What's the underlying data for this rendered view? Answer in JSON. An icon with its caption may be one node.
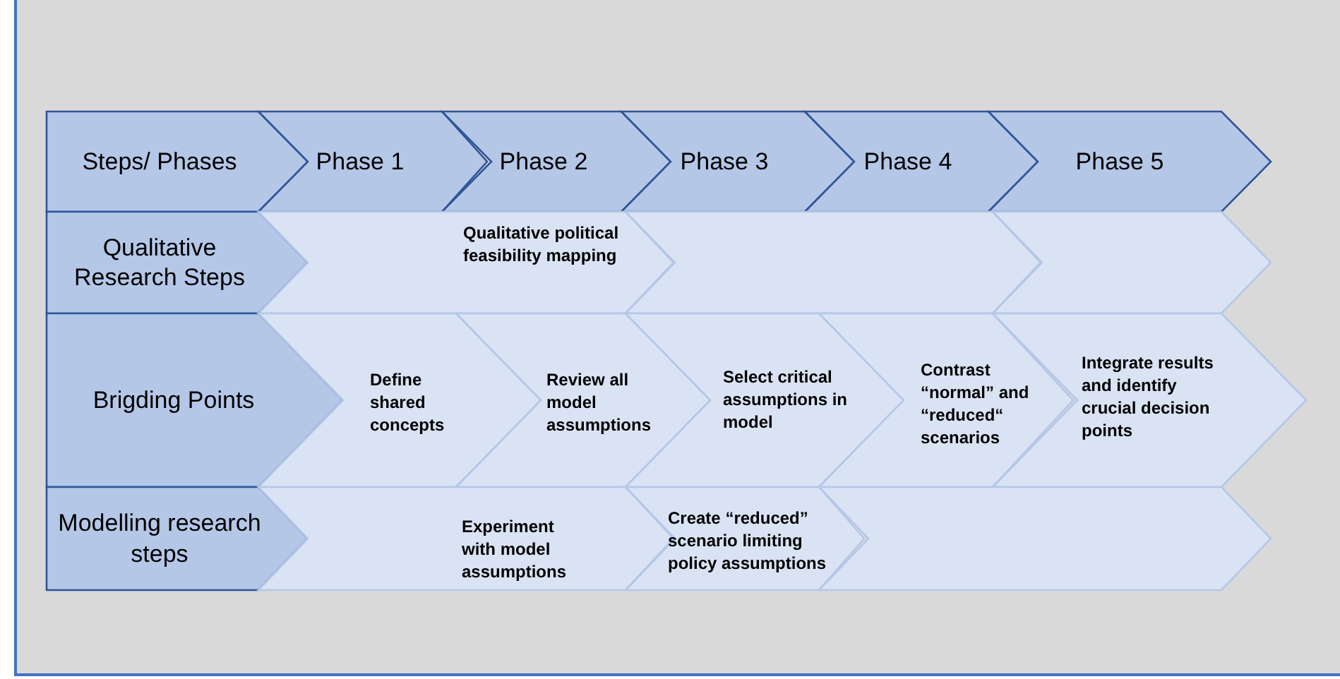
{
  "diagram": {
    "nodes": [
      {
        "text": [
          "Steps/ Phases"
        ]
      },
      {
        "text": [
          "Phase 1"
        ]
      },
      {
        "text": [
          "Phase 2"
        ]
      },
      {
        "text": [
          "Phase 3"
        ]
      },
      {
        "text": [
          "Phase 4"
        ]
      },
      {
        "text": [
          "Phase 5"
        ]
      },
      {
        "text": [
          "Qualitative Research Steps"
        ]
      },
      {
        "text": [
          "Qualitative political feasibility mapping"
        ]
      },
      {
        "text": [],
        "shape": "chevron"
      },
      {
        "text": [],
        "shape": "chevron"
      },
      {
        "text": [
          "Brigding Points"
        ]
      },
      {
        "text": [
          "Define shared concepts"
        ]
      },
      {
        "text": [
          "Review all model assumptions"
        ]
      },
      {
        "text": [
          "Select critical assumptions in model"
        ]
      },
      {
        "text": [
          "Contrast “normal” and “reduced“ scenarios"
        ]
      },
      {
        "text": [
          "Integrate results and identify crucial decision points"
        ]
      },
      {
        "text": [
          "Modelling research steps"
        ]
      },
      {
        "text": [
          "Experiment with model assumptions"
        ]
      },
      {
        "text": [
          "Create “reduced” scenario limiting policy assumptions"
        ]
      },
      {
        "text": [],
        "shape": "chevron"
      }
    ]
  }
}
